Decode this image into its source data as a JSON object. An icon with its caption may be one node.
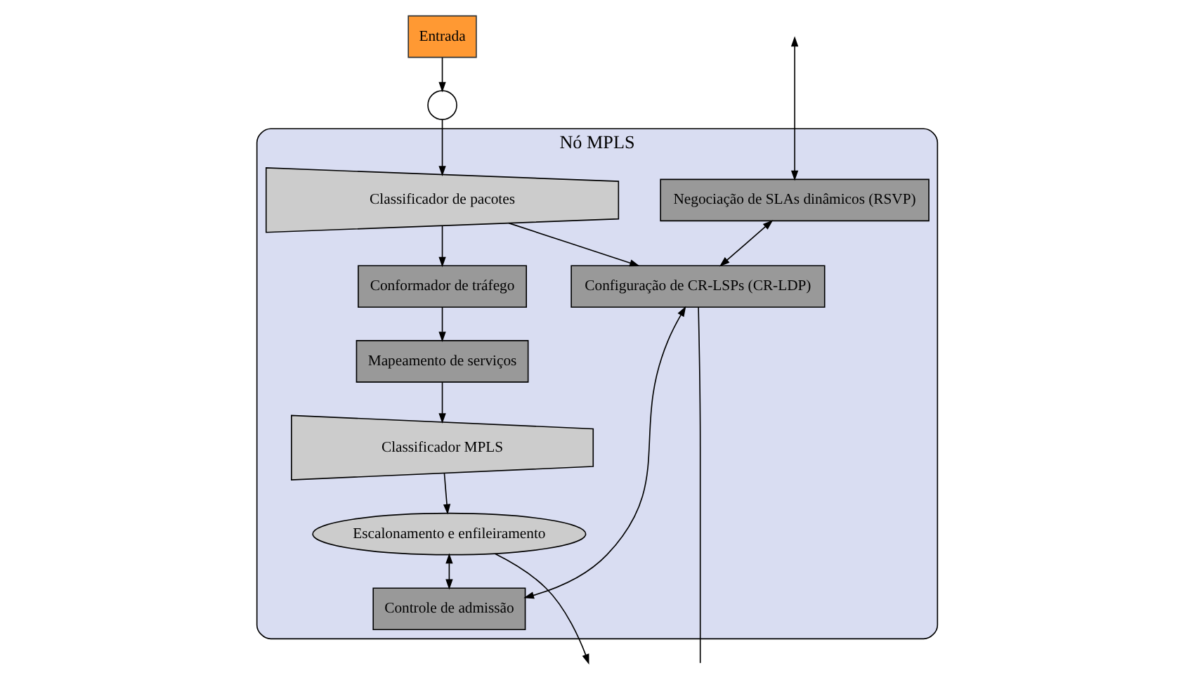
{
  "diagram": {
    "nodes": [
      {
        "text": [
          "Nó MPLS"
        ]
      },
      {
        "text": [
          "Negociação de SLAs dinâmicos (RSVP)"
        ],
        "in": 0
      },
      {
        "text": [
          "Configuração de CR-LSPs (CR-LDP)"
        ],
        "in": 0
      },
      {
        "text": [
          "Controle de admissão"
        ],
        "in": 0
      },
      {
        "text": [
          "Entrada"
        ]
      },
      {
        "text": [],
        "shape": "circle"
      },
      {
        "text": [
          "Classificador de pacotes"
        ],
        "in": 0
      },
      {
        "text": [
          "Conformador de tráfego"
        ],
        "in": 0
      },
      {
        "text": [
          "Mapeamento de serviços"
        ],
        "in": 0
      },
      {
        "text": [
          "Classificador MPLS"
        ],
        "in": 0
      },
      {
        "text": [
          "Escalonamento e enfileiramento"
        ],
        "in": 0
      }
    ],
    "edges": [
      {
        "from": null,
        "to": 1,
        "arrow": "both"
      },
      {
        "from": 1,
        "to": 2,
        "arrow": "both"
      },
      {
        "from": 6,
        "to": 2,
        "arrow": "to"
      },
      {
        "from": 2,
        "to": 3,
        "arrow": "both"
      },
      {
        "from": 10,
        "to": 3,
        "arrow": "both"
      },
      {
        "from": 4,
        "to": 5,
        "arrow": "to"
      },
      {
        "from": 5,
        "to": 6,
        "arrow": "to"
      },
      {
        "from": 6,
        "to": 7,
        "arrow": "to"
      },
      {
        "from": 7,
        "to": 8,
        "arrow": "to"
      },
      {
        "from": 8,
        "to": 9,
        "arrow": "to"
      },
      {
        "from": 9,
        "to": 10,
        "arrow": "to"
      },
      {
        "from": 2,
        "to": null,
        "arrow": "none"
      },
      {
        "from": 10,
        "to": null,
        "arrow": "to"
      }
    ]
  }
}
